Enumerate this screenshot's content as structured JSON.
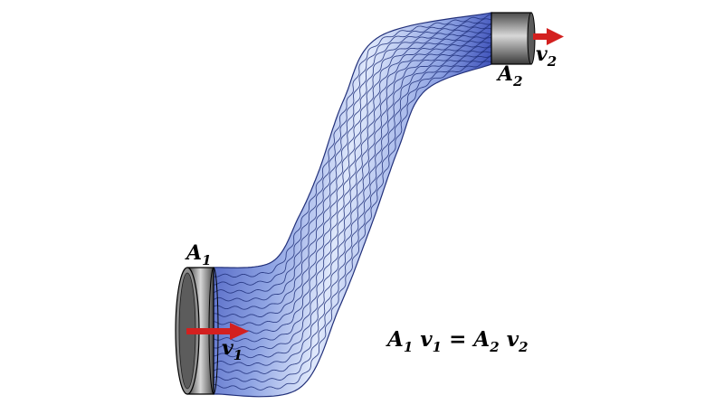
{
  "labels": {
    "a1_letter": "A",
    "a1_sub": "1",
    "a2_letter": "A",
    "a2_sub": "2",
    "v1_letter": "v",
    "v1_sub": "1",
    "v2_letter": "v",
    "v2_sub": "2"
  },
  "equation": {
    "t1": "A",
    "s1": "1",
    "t2": " v",
    "s2": "1",
    "t3": " = A",
    "s3": "2",
    "t4": " v",
    "s4": "2"
  },
  "colors": {
    "tube_light": "#dfe8fb",
    "tube_mid": "#8ea3e3",
    "tube_dark": "#3346b4",
    "streamline": "#1f2f7a",
    "pipe_metal_light": "#cfcfcf",
    "pipe_metal_dark": "#4a4a4a",
    "arrow": "#d3201f"
  }
}
